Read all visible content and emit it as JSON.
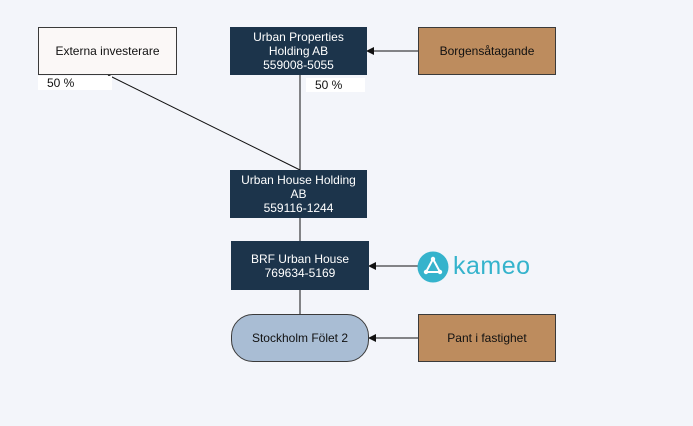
{
  "nodes": {
    "urban_properties": {
      "line1": "Urban Properties",
      "line2": "Holding AB",
      "line3": "559008-5055"
    },
    "externa": {
      "label": "Externa investerare"
    },
    "borgen": {
      "label": "Borgensåtagande"
    },
    "urban_house": {
      "line1": "Urban House Holding",
      "line2": "AB",
      "line3": "559116-1244"
    },
    "brf": {
      "line1": "BRF Urban House",
      "line2": "769634-5169"
    },
    "stockholm": {
      "label": "Stockholm Fölet 2"
    },
    "pant": {
      "label": "Pant i fastighet"
    }
  },
  "ownership": {
    "externa_pct": "50 %",
    "urban_pct": "50 %"
  },
  "logo": {
    "text": "kameo",
    "icon": "kameo-logo-icon",
    "color": "#35b3cc"
  },
  "colors": {
    "background": "#f3f5fa",
    "navy": "#1c344b",
    "brown": "#bd8c5e",
    "pill": "#a9bdd4",
    "white_box": "#fbf8f7"
  }
}
